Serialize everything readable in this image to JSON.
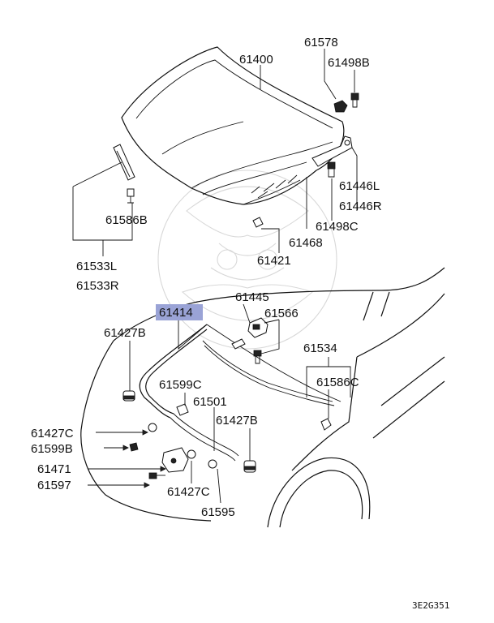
{
  "labels": {
    "hood": "61400",
    "hood_bolt": "61578",
    "hood_bolt_b": "61498B",
    "hinge_l": "61446L",
    "hinge_r": "61446R",
    "hinge_bolt": "61498C",
    "weatherstrip": "61468",
    "support_group": "61421",
    "stay_clip": "61586B",
    "stay_l": "61533L",
    "stay_r": "61533R",
    "lock_bracket": "61445",
    "lock_bolt": "61566",
    "release_cable": "61414",
    "grommet_b": "61427B",
    "seal_top": "61534",
    "seal_clip": "61586C",
    "cable_clamp": "61599C",
    "cable_holder": "61501",
    "grommet_b_lower": "61427B",
    "grommet_c": "61427C",
    "clamp_b": "61599B",
    "hood_latch": "61471",
    "latch_bolt": "61597",
    "grommet_c_lower": "61427C",
    "latch_screw": "61595"
  },
  "footer": {
    "code": "3E2G351"
  },
  "colors": {
    "highlight": "#9aa3d6",
    "line": "#111111"
  }
}
